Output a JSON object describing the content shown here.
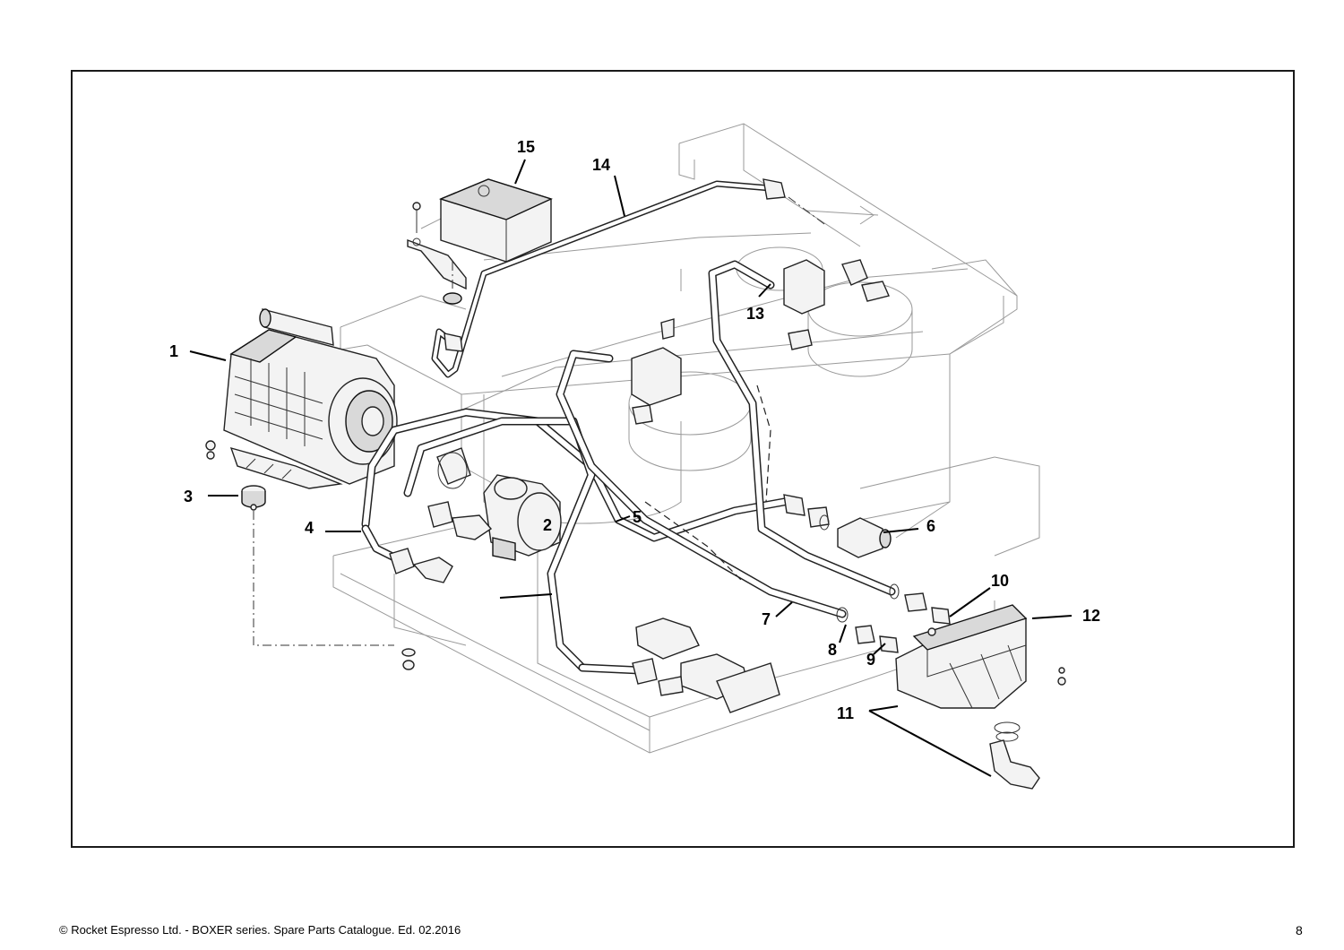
{
  "callouts": [
    "1",
    "2",
    "3",
    "4",
    "5",
    "6",
    "7",
    "8",
    "9",
    "10",
    "11",
    "12",
    "13",
    "14",
    "15"
  ],
  "footer": {
    "text": "© Rocket Espresso  Ltd. - BOXER series. Spare Parts Catalogue. Ed. 02.2016",
    "page": "8"
  }
}
